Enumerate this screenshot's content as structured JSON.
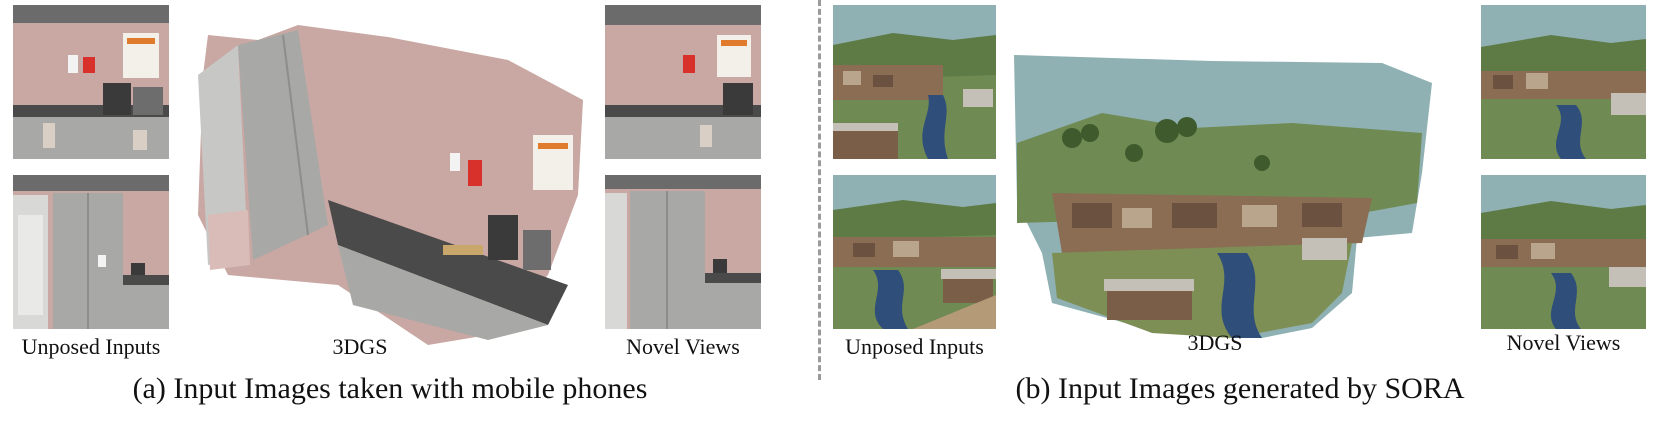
{
  "panel_a": {
    "labels": {
      "inputs": "Unposed Inputs",
      "recon": "3DGS",
      "novel": "Novel Views"
    },
    "caption": "(a) Input Images taken with mobile phones"
  },
  "panel_b": {
    "labels": {
      "inputs": "Unposed Inputs",
      "recon": "3DGS",
      "novel": "Novel Views"
    },
    "caption": "(b) Input Images generated by SORA"
  },
  "colors": {
    "office_wall": "#c9a7a3",
    "office_counter": "#4a4a4a",
    "office_cabinet": "#a8a8a6",
    "sky": "#8fb1b3",
    "hills": "#6f8a52",
    "river": "#2f4f7a",
    "town": "#8a6d52",
    "divider": "#9a9a9a"
  }
}
